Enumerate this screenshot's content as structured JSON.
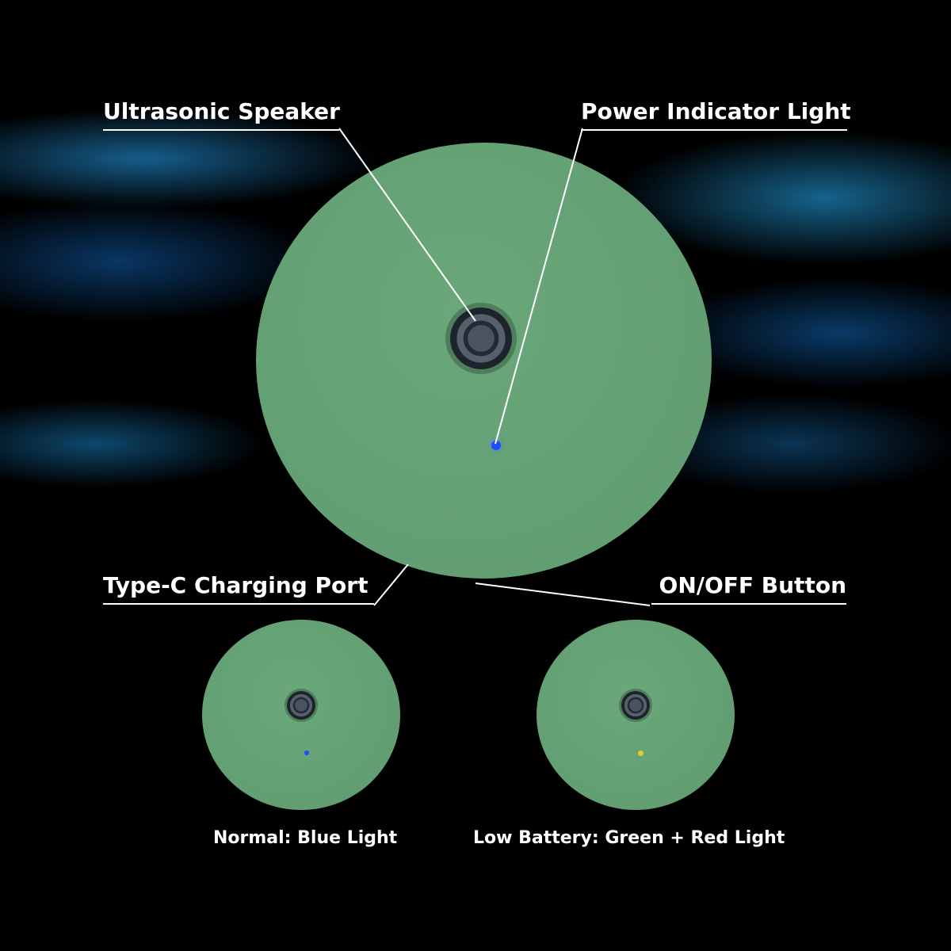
{
  "callouts": {
    "speaker": "Ultrasonic Speaker",
    "indicator": "Power Indicator Light",
    "port": "Type-C Charging Port",
    "button": "ON/OFF Button"
  },
  "states": {
    "normal": "Normal: Blue Light",
    "low_battery": "Low Battery: Green + Red Light"
  },
  "colors": {
    "device": "#62a072",
    "normal_led": "#1e4cff",
    "low_led": "#e0d020"
  }
}
